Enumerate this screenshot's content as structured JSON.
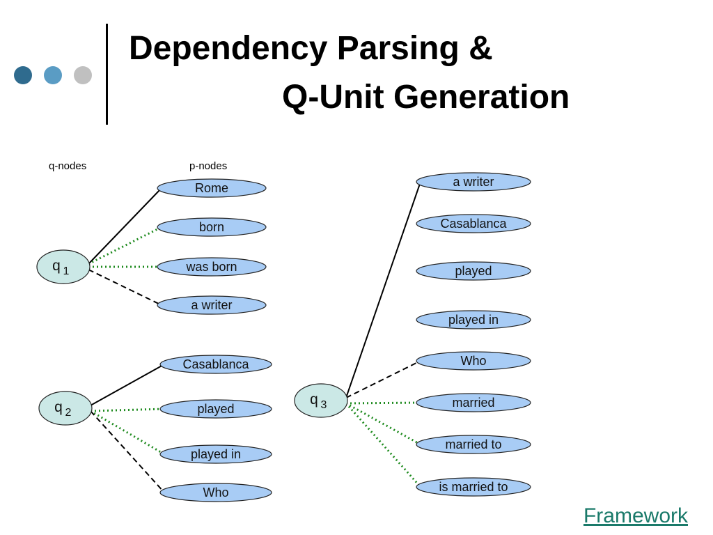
{
  "slide": {
    "title_line1": "Dependency Parsing &",
    "title_line2": "Q-Unit Generation",
    "dot_colors": [
      "#2f6b8e",
      "#5a9cc4",
      "#c0c0c0"
    ]
  },
  "diagram": {
    "headers": {
      "q_nodes": "q-nodes",
      "p_nodes": "p-nodes"
    },
    "colors": {
      "p_node_fill": "#a8ccf5",
      "q_node_fill": "#cbe8e6",
      "solid_edge": "#000000",
      "dashed_edge": "#000000",
      "dotted_edge": "#1d8a1d"
    },
    "q1": {
      "label": "q",
      "sub": "1",
      "p_nodes": [
        "Rome",
        "born",
        "was born",
        "a writer"
      ],
      "edge_styles": [
        "solid",
        "dotted",
        "dotted",
        "dashed"
      ]
    },
    "q2": {
      "label": "q",
      "sub": "2",
      "p_nodes": [
        "Casablanca",
        "played",
        "played in",
        "Who"
      ],
      "edge_styles": [
        "solid",
        "dotted",
        "dotted",
        "dashed"
      ]
    },
    "q3": {
      "label": "q",
      "sub": "3",
      "p_nodes": [
        "a writer",
        "Casablanca",
        "played",
        "played in",
        "Who",
        "married",
        "married to",
        "is married to"
      ],
      "edge_styles": [
        "solid",
        "none",
        "none",
        "none",
        "dashed",
        "dotted",
        "dotted",
        "dotted"
      ]
    }
  },
  "nav": {
    "framework_link": "Framework"
  }
}
